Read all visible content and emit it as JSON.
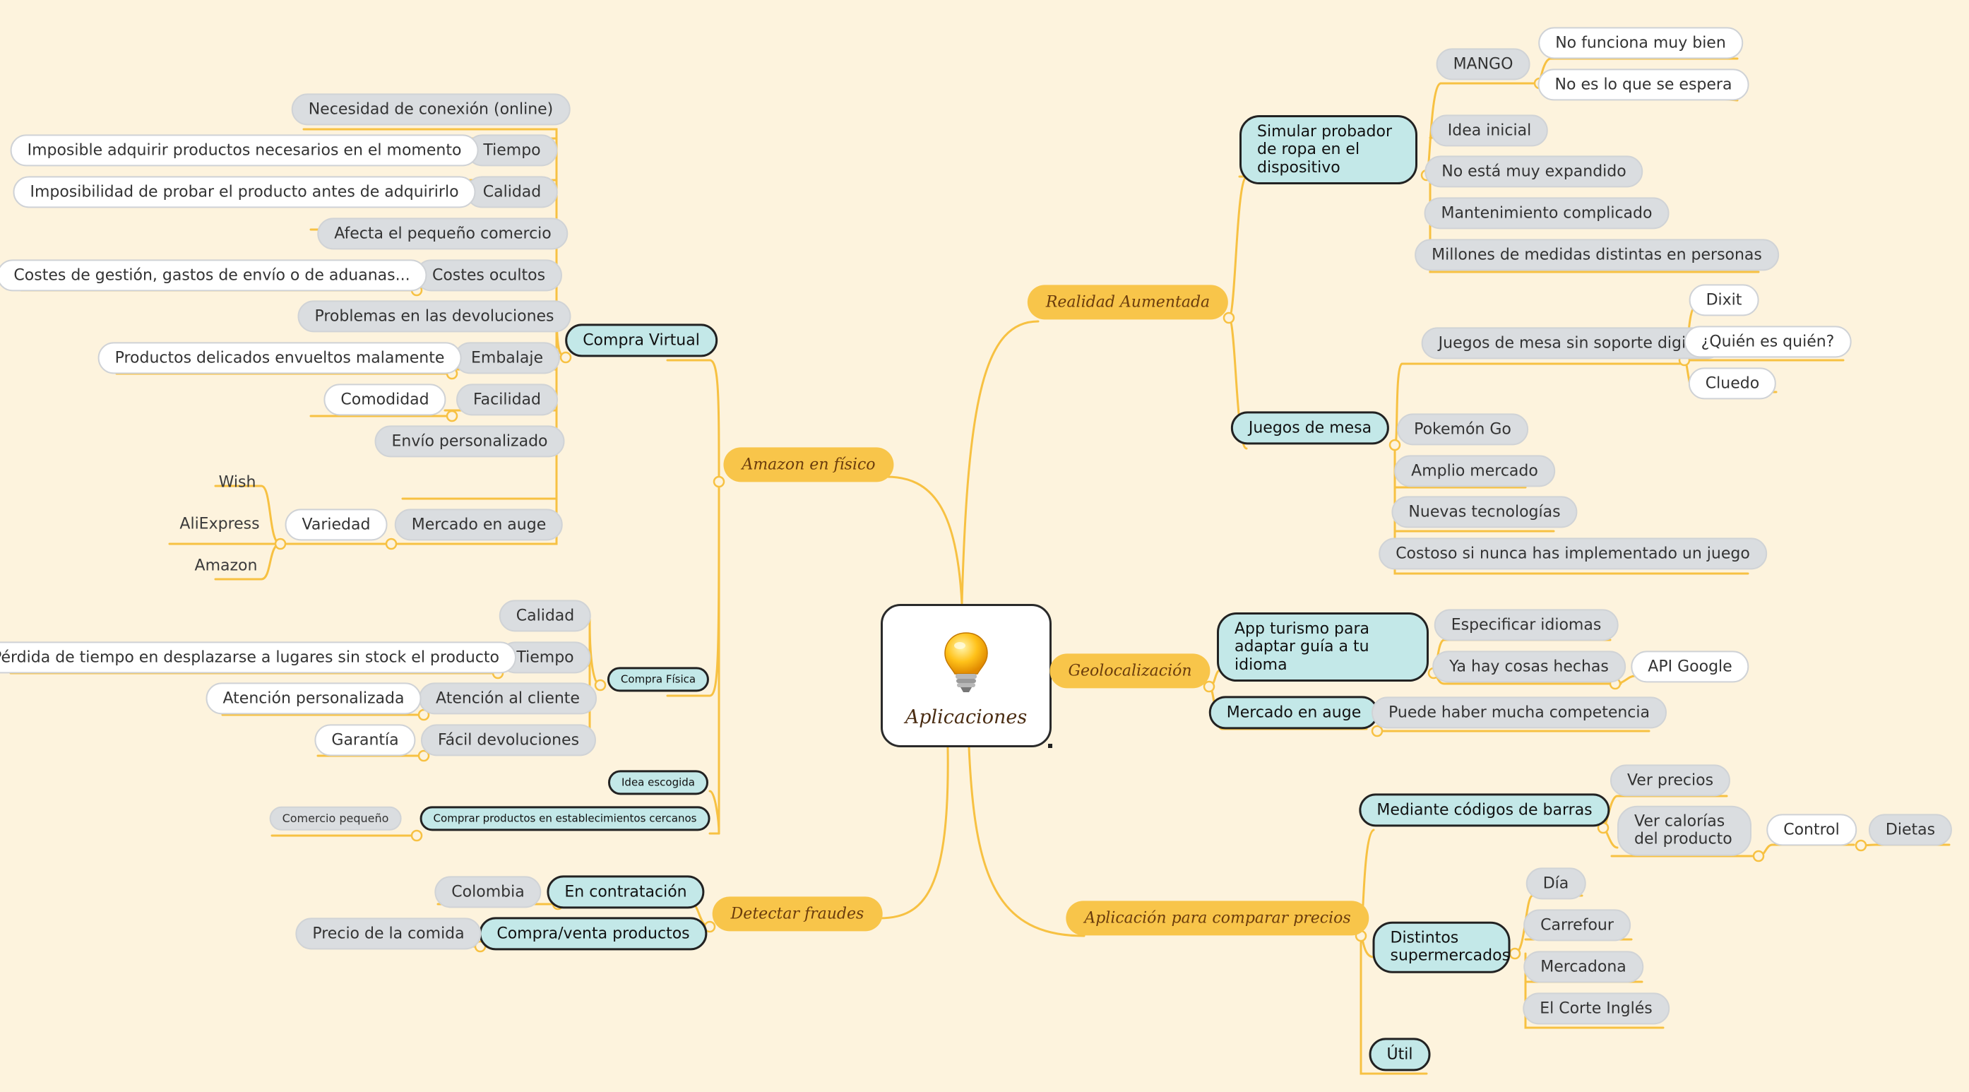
{
  "central": {
    "title": "Aplicaciones",
    "icon": "lightbulb-icon"
  },
  "colors": {
    "line": "#f7c142",
    "orange_node": "#f8c54a",
    "teal_node": "#c3e8e8",
    "gray_node": "#dadde0",
    "background": "#fdf3dd"
  },
  "amazon": {
    "title": "Amazon en físico",
    "compra_virtual": {
      "label": "Compra Virtual",
      "items": {
        "conexion": "Necesidad de conexión (online)",
        "tiempo": "Tiempo",
        "tiempo_detail": "Imposible adquirir productos necesarios en el momento",
        "calidad": "Calidad",
        "calidad_detail": "Imposibilidad de probar el producto antes de adquirirlo",
        "pequeno_comercio": "Afecta el pequeño comercio",
        "costes": "Costes ocultos",
        "costes_detail": "Costes de gestión, gastos de envío o de aduanas...",
        "devoluciones": "Problemas en las devoluciones",
        "embalaje": "Embalaje",
        "embalaje_detail": "Productos delicados envueltos malamente",
        "facilidad": "Facilidad",
        "facilidad_detail": "Comodidad",
        "envio": "Envío personalizado",
        "mercado": "Mercado en auge",
        "variedad": "Variedad",
        "wish": "Wish",
        "aliexpress": "AliExpress",
        "amazon": "Amazon"
      }
    },
    "compra_fisica": {
      "label": "Compra Física",
      "items": {
        "calidad": "Calidad",
        "tiempo": "Tiempo",
        "tiempo_detail": "Pérdida de tiempo en desplazarse a lugares sin stock el producto",
        "atencion": "Atención al cliente",
        "atencion_detail": "Atención personalizada",
        "devoluciones": "Fácil devoluciones",
        "garantia": "Garantía"
      }
    },
    "idea": "Idea escogida",
    "comprar": "Comprar productos en establecimientos cercanos",
    "comercio": "Comercio pequeño"
  },
  "fraudes": {
    "title": "Detectar fraudes",
    "contratacion": "En contratación",
    "colombia": "Colombia",
    "compraventa": "Compra/venta productos",
    "comida": "Precio de la comida"
  },
  "realidad": {
    "title": "Realidad Aumentada",
    "probador": {
      "label": "Simular probador de ropa en el dispositivo",
      "mango": "MANGO",
      "no_funciona": "No funciona muy bien",
      "no_espera": "No es lo que se espera",
      "idea": "Idea inicial",
      "expandido": "No está muy expandido",
      "mantenimiento": "Mantenimiento complicado",
      "medidas": "Millones de medidas distintas en personas"
    },
    "juegos": {
      "label": "Juegos de mesa",
      "sin_soporte": "Juegos de mesa sin soporte digital",
      "dixit": "Dixit",
      "quien": "¿Quién es quién?",
      "cluedo": "Cluedo",
      "pokemon": "Pokemón Go",
      "amplio": "Amplio mercado",
      "nuevas": "Nuevas tecnologías",
      "costoso": "Costoso si nunca has implementado un juego"
    }
  },
  "geo": {
    "title": "Geolocalización",
    "turismo": "App turismo para adaptar guía a tu idioma",
    "idiomas": "Especificar idiomas",
    "hechas": "Ya hay cosas hechas",
    "api": "API Google",
    "mercado": "Mercado en auge",
    "competencia": "Puede haber mucha competencia"
  },
  "precios": {
    "title": "Aplicación para comparar precios",
    "codigos": "Mediante códigos de barras",
    "ver_precios": "Ver precios",
    "calorias": "Ver calorías del producto",
    "control": "Control",
    "dietas": "Dietas",
    "super": "Distintos supermercados",
    "dia": "Día",
    "carrefour": "Carrefour",
    "mercadona": "Mercadona",
    "corte": "El Corte Inglés",
    "util": "Útil"
  }
}
